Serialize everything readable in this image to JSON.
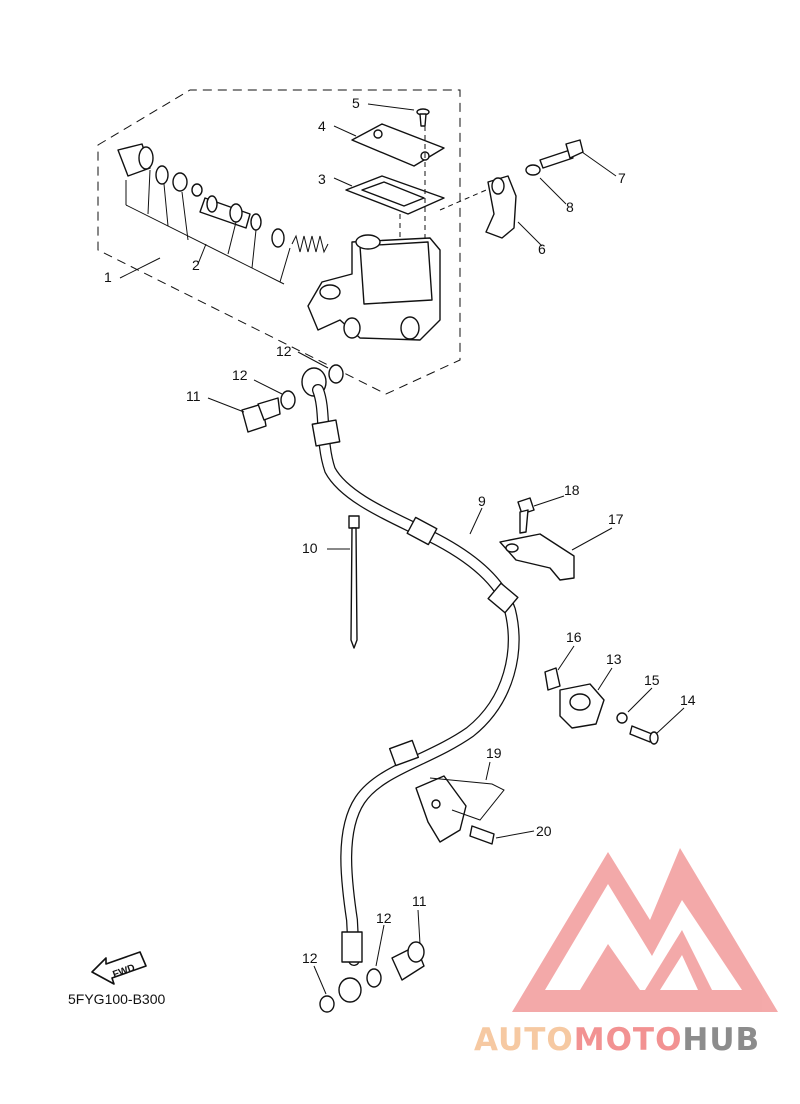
{
  "diagram_code": "5FYG100-B300",
  "fwd_label": "FWD",
  "callouts": [
    "1",
    "2",
    "3",
    "4",
    "5",
    "6",
    "7",
    "8",
    "9",
    "10",
    "11",
    "11",
    "12",
    "12",
    "12",
    "12",
    "13",
    "14",
    "15",
    "16",
    "17",
    "18",
    "19",
    "20"
  ],
  "watermark": {
    "word_part1": "AUTO",
    "word_part2": "MOTO",
    "word_part3": "HUB",
    "color_light": "#f6c9a2",
    "color_main": "#f29292",
    "color_dark": "#8c8c8c"
  }
}
